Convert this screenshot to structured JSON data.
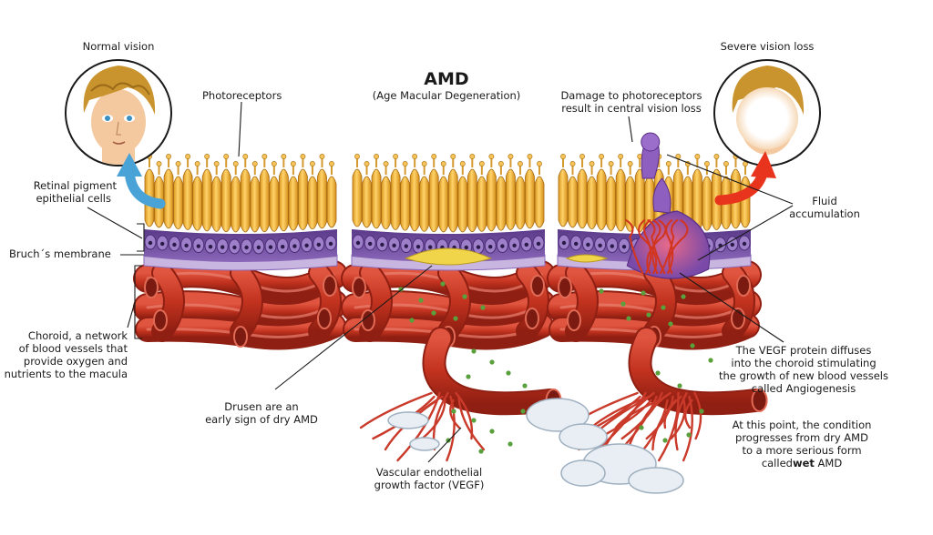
{
  "title": "AMD",
  "subtitle": "(Age Macular Degeneration)",
  "labels": {
    "normal_vision": "Normal vision",
    "severe_vision_loss": "Severe vision loss",
    "photoreceptors": "Photoreceptors",
    "retinal_pigment_1": "Retinal pigment",
    "retinal_pigment_2": "epithelial cells",
    "bruch": "Bruch´s membrane",
    "choroid_1": "Choroid, a network",
    "choroid_2": "of blood vessels that",
    "choroid_3": "provide oxygen and",
    "choroid_4": "nutrients to the macula",
    "drusen_1": "Drusen are an",
    "drusen_2": "early sign of dry AMD",
    "vegf_1": "Vascular endothelial",
    "vegf_2": "growth factor (VEGF)",
    "damage_1": "Damage to photoreceptors",
    "damage_2": "result in central vision loss",
    "fluid_1": "Fluid",
    "fluid_2": "accumulation",
    "vegf_protein_1": "The VEGF protein diffuses",
    "vegf_protein_2": "into the choroid stimulating",
    "vegf_protein_3": "the growth of new blood vessels",
    "vegf_protein_4": "called Angiogenesis",
    "point_1": "At this point, the condition",
    "point_2": "progresses from dry AMD",
    "point_3": "to a more serious form",
    "point_4a": "called",
    "point_4b": "wet",
    "point_4c": "AMD"
  },
  "colors": {
    "photoreceptor": "#f3b83a",
    "epithelium": "#6e4a9e",
    "membrane": "#c9b6e0",
    "vessel": "#c93a2a",
    "vegf_dot": "#5aa03c",
    "drusen": "#f0d44a",
    "arrow_normal": "#4aa3d6",
    "arrow_loss": "#e8341c"
  }
}
